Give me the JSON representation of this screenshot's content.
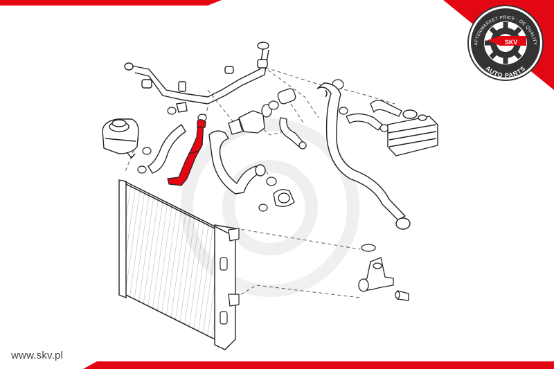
{
  "brand": {
    "logo_name": "SKV",
    "logo_ring_text": "AFTERMARKET PRICE - OE QUALITY",
    "logo_subtitle": "AUTO PARTS",
    "accent_color": "#e30613",
    "dark_color": "#333333"
  },
  "footer": {
    "url_prefix": "www.",
    "url_brand": "skv",
    "url_suffix": ".pl"
  },
  "diagram": {
    "highlighted_part": "coolant-hose",
    "highlight_color": "#e30613",
    "line_color": "#222222"
  }
}
